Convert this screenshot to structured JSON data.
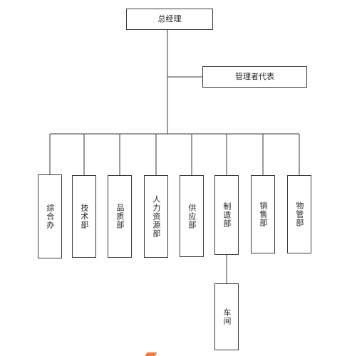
{
  "org_chart": {
    "top": "总经理",
    "representative": "管理者代表",
    "departments": [
      "综合办",
      "技术部",
      "品质部",
      "人力资源部",
      "供应部",
      "制造部",
      "销售部",
      "物管部"
    ],
    "sub_unit": "车间"
  },
  "colors": {
    "line": "#3a3a3a",
    "accent_mark": "#f07a3a"
  }
}
